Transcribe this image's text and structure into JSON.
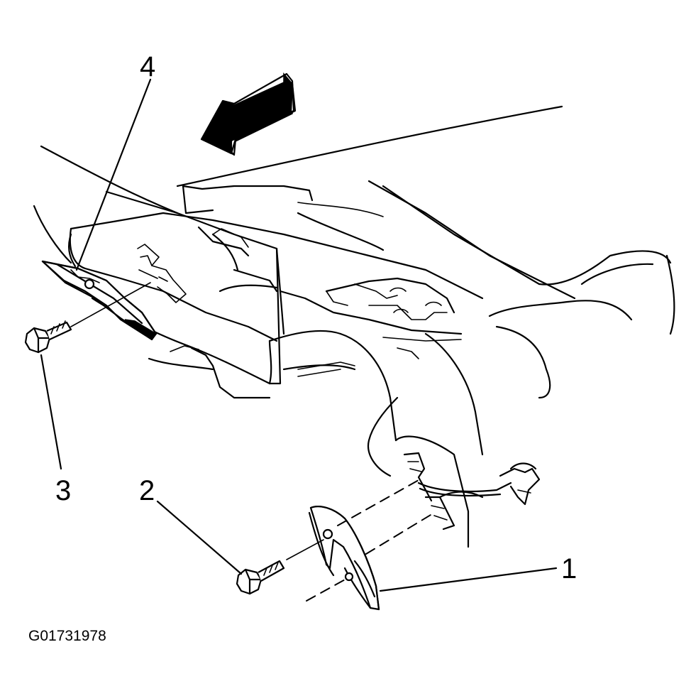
{
  "callouts": {
    "c1": "1",
    "c2": "2",
    "c3": "3",
    "c4": "4"
  },
  "figure_id": "G01731978",
  "colors": {
    "line": "#000000",
    "background": "#ffffff"
  },
  "icons": {
    "direction_arrow": "forward-arrow-icon"
  }
}
